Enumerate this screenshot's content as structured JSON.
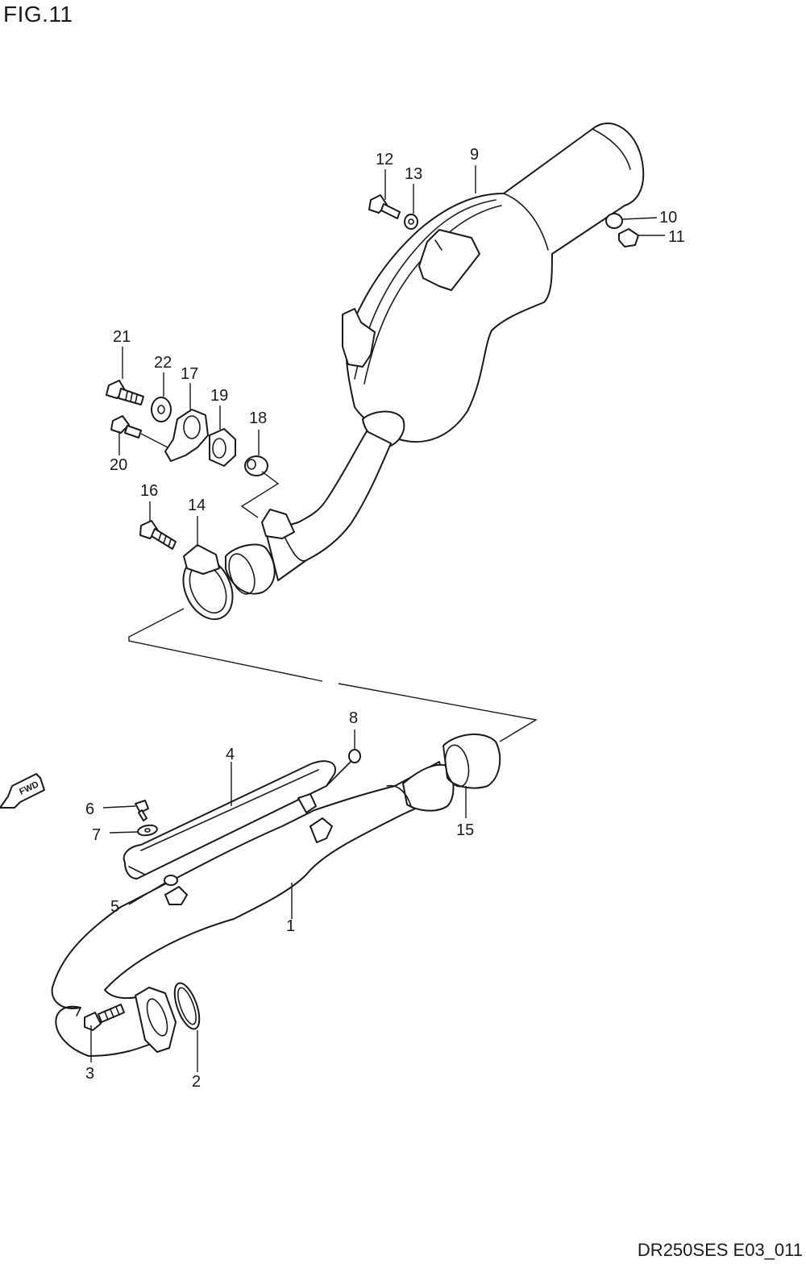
{
  "figure_title": "FIG.11",
  "document_code": "DR250SES E03_011",
  "fwd_label": "FWD",
  "callouts": {
    "c1": "1",
    "c2": "2",
    "c3": "3",
    "c4": "4",
    "c5": "5",
    "c6": "6",
    "c7": "7",
    "c8": "8",
    "c9": "9",
    "c10": "10",
    "c11": "11",
    "c12": "12",
    "c13": "13",
    "c14": "14",
    "c15": "15",
    "c16": "16",
    "c17": "17",
    "c18": "18",
    "c19": "19",
    "c20": "20",
    "c21": "21",
    "c22": "22"
  }
}
